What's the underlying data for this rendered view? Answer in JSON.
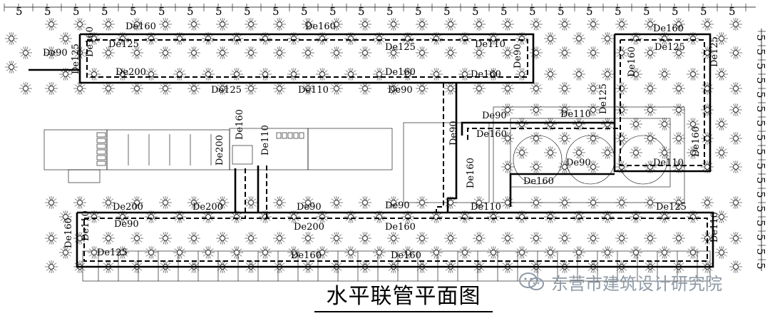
{
  "title": "水平联管平面图",
  "watermark": {
    "text": "东营市建筑设计研究院",
    "icon": "wechat-icon"
  },
  "dimension_label": "5",
  "pipe_labels": [
    "De160",
    "De125",
    "De110",
    "De90",
    "De200",
    "De125",
    "De160",
    "De160",
    "De125",
    "De110",
    "De90",
    "De160",
    "De160",
    "De160",
    "De125",
    "De110",
    "De90",
    "De90",
    "De90",
    "De160",
    "De110",
    "De125",
    "De160",
    "De200",
    "De160",
    "De110",
    "De90",
    "De90",
    "De160",
    "De160",
    "De110",
    "De125",
    "De160",
    "De125",
    "De110",
    "De200",
    "De200",
    "De90",
    "De110",
    "De160",
    "De125",
    "De200",
    "De160",
    "De90",
    "De160",
    "De125",
    "De160",
    "De110"
  ]
}
